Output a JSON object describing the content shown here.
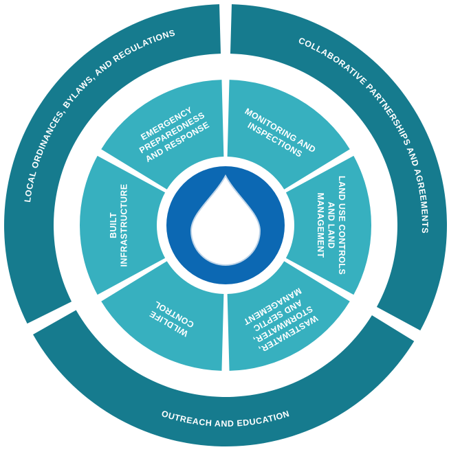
{
  "colors": {
    "outer_ring": "#167b8e",
    "inner_segment": "#37b0bf",
    "center_circle": "#0c68b3",
    "drop": "#ffffff",
    "text": "#ffffff",
    "background": "#ffffff"
  },
  "outer_ring": [
    {
      "key": "local",
      "label": "LOCAL ORDINANCES, BYLAWS, AND REGULATIONS"
    },
    {
      "key": "collab",
      "label": "COLLABORATIVE PARTNERSHIPS AND AGREEMENTS"
    },
    {
      "key": "outreach",
      "label": "OUTREACH AND EDUCATION"
    }
  ],
  "inner_segments": [
    {
      "key": "monitoring",
      "lines": [
        "MONITORING AND",
        "INSPECTIONS"
      ]
    },
    {
      "key": "landuse",
      "lines": [
        "LAND USE CONTROLS",
        "AND LAND",
        "MANAGEMENT"
      ]
    },
    {
      "key": "wastewater",
      "lines": [
        "WASTEWATER,",
        "STORMWATER,",
        "AND SEPTIC",
        "MANAGEMENT"
      ]
    },
    {
      "key": "wildlife",
      "lines": [
        "WILDLIFE",
        "CONTROL"
      ]
    },
    {
      "key": "built",
      "lines": [
        "BUILT",
        "INFRASTRUCTURE"
      ]
    },
    {
      "key": "emergency",
      "lines": [
        "EMERGENCY",
        "PREPAREDNESS",
        "AND RESPONSE"
      ]
    }
  ],
  "center": {
    "icon": "water-drop-icon"
  }
}
